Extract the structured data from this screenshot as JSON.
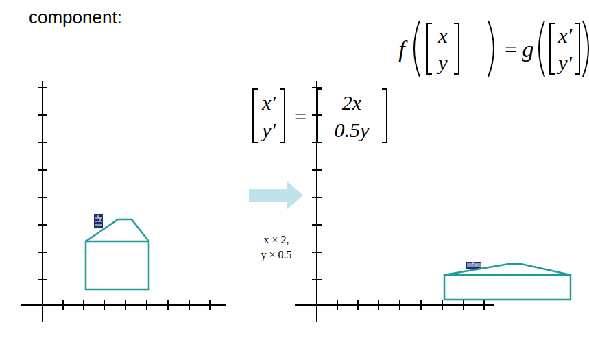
{
  "diagram": {
    "labels": [
      "component:",
      "f",
      "x",
      "y",
      "=",
      "g",
      "x'",
      "y'",
      "x'",
      "y'",
      "=",
      "2x",
      "0.5y",
      "x × 2,",
      "y × 0.5"
    ]
  }
}
